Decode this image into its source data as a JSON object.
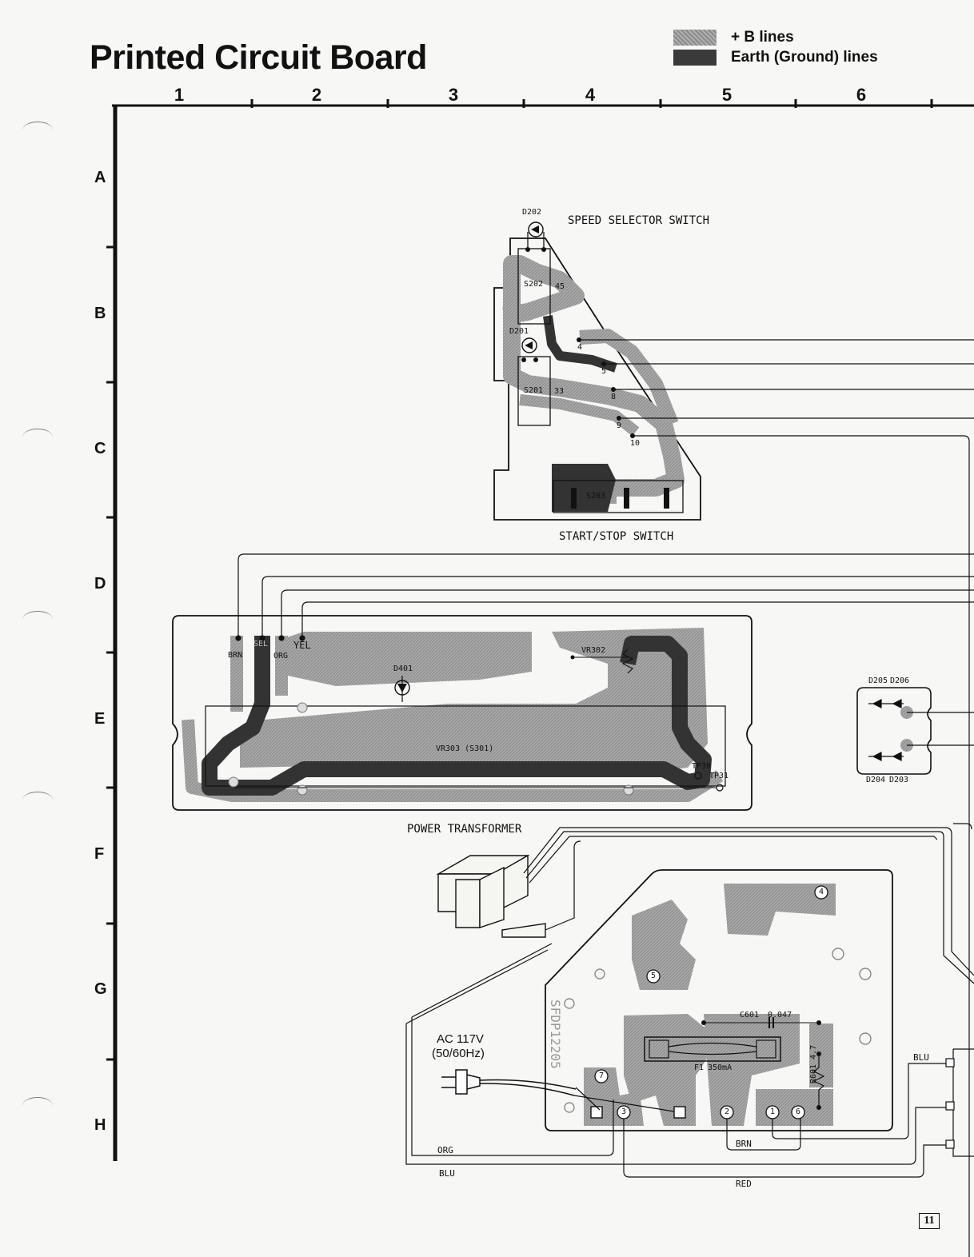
{
  "title": "Printed Circuit Board",
  "legend": [
    {
      "label": "+ B lines",
      "color": "#9a9a9a"
    },
    {
      "label": "Earth (Ground) lines",
      "color": "#3a3a3a"
    }
  ],
  "grid": {
    "columns": [
      "1",
      "2",
      "3",
      "4",
      "5",
      "6"
    ],
    "rows": [
      "A",
      "B",
      "C",
      "D",
      "E",
      "F",
      "G",
      "H"
    ]
  },
  "labels": {
    "speed_switch": "SPEED SELECTOR SWITCH",
    "start_stop": "START/STOP SWITCH",
    "power_transformer": "POWER TRANSFORMER",
    "ac_line1": "AC 117V",
    "ac_line2": "(50/60Hz)"
  },
  "components": {
    "d202": "D202",
    "d201": "D201",
    "s202": "S202",
    "s202_num": "45",
    "s201": "S201",
    "s201_num": "33",
    "s203": "S203",
    "vr302": "VR302",
    "vr303": "VR303 (S301)",
    "d401": "D401",
    "tp30": "TP30",
    "tp31": "TP31",
    "d205": "D205",
    "d206": "D206",
    "d204": "D204",
    "d203": "D203",
    "c601": "C601",
    "c601_val": "0.047",
    "f1": "F1",
    "f1_val": "350mA",
    "r601": "R601 4.7",
    "board_code": "SFDP12205"
  },
  "pins": [
    "4",
    "5",
    "8",
    "9",
    "10"
  ],
  "wires": {
    "brn": "BRN",
    "sel": "SEL",
    "org": "ORG",
    "yel": "YEL",
    "blu": "BLU",
    "red": "RED"
  },
  "terminals": [
    "1",
    "2",
    "3",
    "4",
    "5",
    "6",
    "7"
  ],
  "page_number": "11"
}
